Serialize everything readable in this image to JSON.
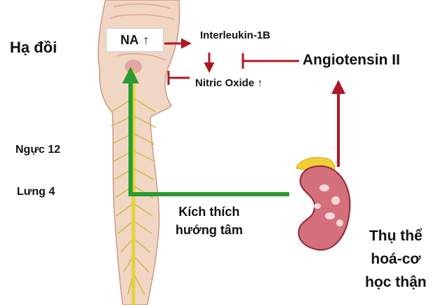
{
  "labels": {
    "hypothalamus": "Hạ đồi",
    "na": "NA",
    "interleukin": "Interleukin-1B",
    "nitric_oxide": "Nitric Oxide",
    "angiotensin": "Angiotensin II",
    "thoracic": "Ngực 12",
    "lumbar": "Lưng 4",
    "stimulus_line1": "Kích thích",
    "stimulus_line2": "hướng tâm",
    "receptor_line1": "Thụ thể",
    "receptor_line2": "hoá-cơ",
    "receptor_line3": "học thận",
    "up_arrow": "↑"
  },
  "colors": {
    "inhibit_red": "#b01722",
    "pathway_green": "#2a9a32",
    "body_skin": "#f1d6c3",
    "body_outline": "#c89c84",
    "nerve_yellow": "#e2d43a",
    "kidney_red": "#d4707c",
    "kidney_dark": "#8f2a37",
    "adrenal_yellow": "#f3cf36"
  }
}
